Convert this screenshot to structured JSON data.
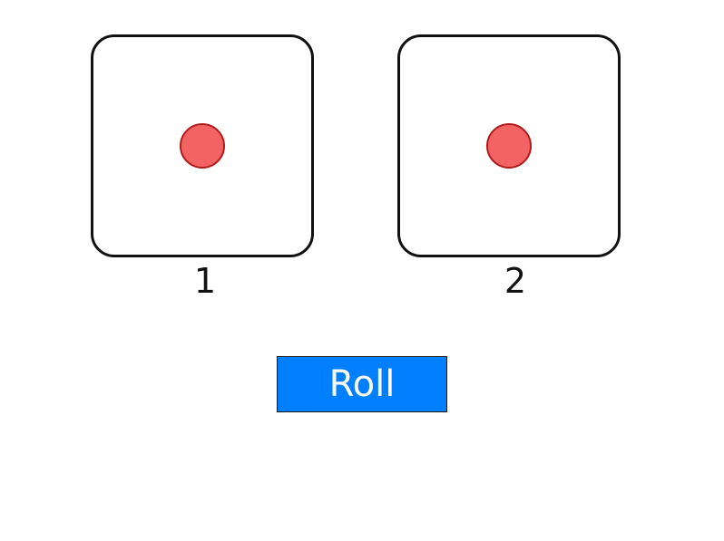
{
  "colors": {
    "pip": "#f46363",
    "button": "#0080ff"
  },
  "dice": [
    {
      "value": 1,
      "label": "1"
    },
    {
      "value": 1,
      "label": "2"
    }
  ],
  "roll_button": {
    "label": "Roll"
  }
}
